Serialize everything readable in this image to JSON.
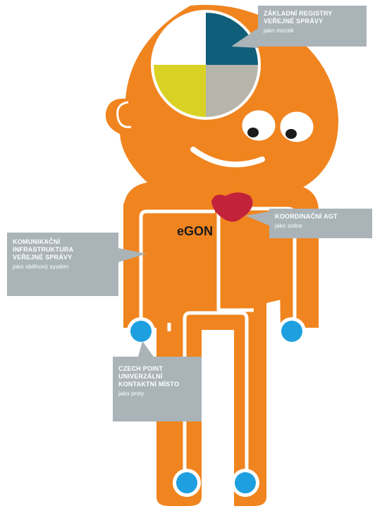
{
  "colors": {
    "body": "#f0841f",
    "brain_blue": "#0f5e7a",
    "brain_yellow": "#d9d224",
    "brain_grey": "#b5b5ab",
    "brain_white": "#ffffff",
    "heart": "#c2223a",
    "joint_blue": "#1ea0e0",
    "callout": "#a9b3b8",
    "text_dark": "#1b1b1b"
  },
  "figure_label": "eGON",
  "callouts": {
    "brain": {
      "heading_1": "ZÁKLADNÍ REGISTRY",
      "heading_2": "VEŘEJNÉ SPRÁVY",
      "subtitle": "jako mozek"
    },
    "heart": {
      "heading_1": "KOORDINAČNÍ AGT",
      "subtitle": "jako srdce"
    },
    "veins": {
      "heading_1": "KOMUNIKAČNÍ",
      "heading_2": "INFRASTRUKTURA",
      "heading_3": "VEŘEJNÉ SPRÁVY",
      "subtitle": "jako oběhový systém"
    },
    "fingers": {
      "heading_1": "CZECH POINT",
      "heading_2": "UNIVERZÁLNÍ",
      "heading_3": "KONTAKTNÍ MÍSTO",
      "subtitle": "jako prsty"
    }
  },
  "icons": [
    "brain-icon",
    "heart-icon",
    "eye-icon",
    "smile-icon"
  ]
}
